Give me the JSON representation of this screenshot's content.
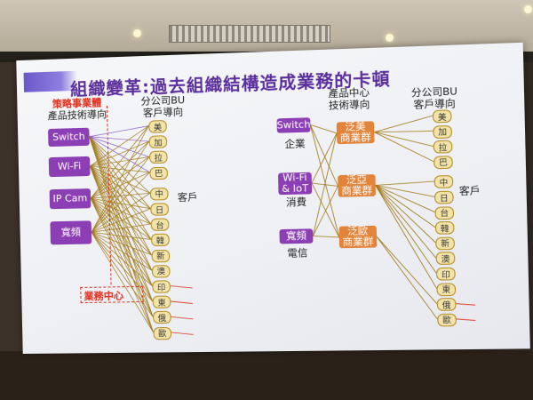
{
  "slide": {
    "title": "組織變革:過去組織結構造成業務的卡頓",
    "left": {
      "header_red": [
        "策略事業體",
        "產品技術導向"
      ],
      "header_bu": [
        "分公司BU",
        "客戶導向"
      ],
      "products": [
        "Switch",
        "Wi-Fi",
        "IP Cam",
        "寬頻"
      ],
      "regions": [
        "美",
        "加",
        "拉",
        "巴",
        "中",
        "日",
        "台",
        "韓",
        "新",
        "澳",
        "印",
        "東",
        "俄",
        "歐"
      ],
      "customer_label": "客戶",
      "business_center": "業務中心"
    },
    "right": {
      "header_center": [
        "產品中心",
        "技術導向"
      ],
      "header_bu": [
        "分公司BU",
        "客戶導向"
      ],
      "products": [
        "Switch",
        "Wi-Fi\n& IoT",
        "寬頻"
      ],
      "segments": [
        "企業",
        "消費",
        "電信"
      ],
      "groups": [
        "泛美\n商業群",
        "泛亞\n商業群",
        "泛歐\n商業群"
      ],
      "regions": [
        "美",
        "加",
        "拉",
        "巴",
        "中",
        "日",
        "台",
        "韓",
        "新",
        "澳",
        "印",
        "東",
        "俄",
        "歐"
      ],
      "customer_label": "客戶"
    }
  },
  "colors": {
    "title": "#5a2f9b",
    "product_box": "#8c3fb4",
    "group_box": "#e2843a",
    "line_gold": "#a07a1a",
    "line_purple": "#8a5ac8",
    "highlight_red": "#e0301e"
  }
}
